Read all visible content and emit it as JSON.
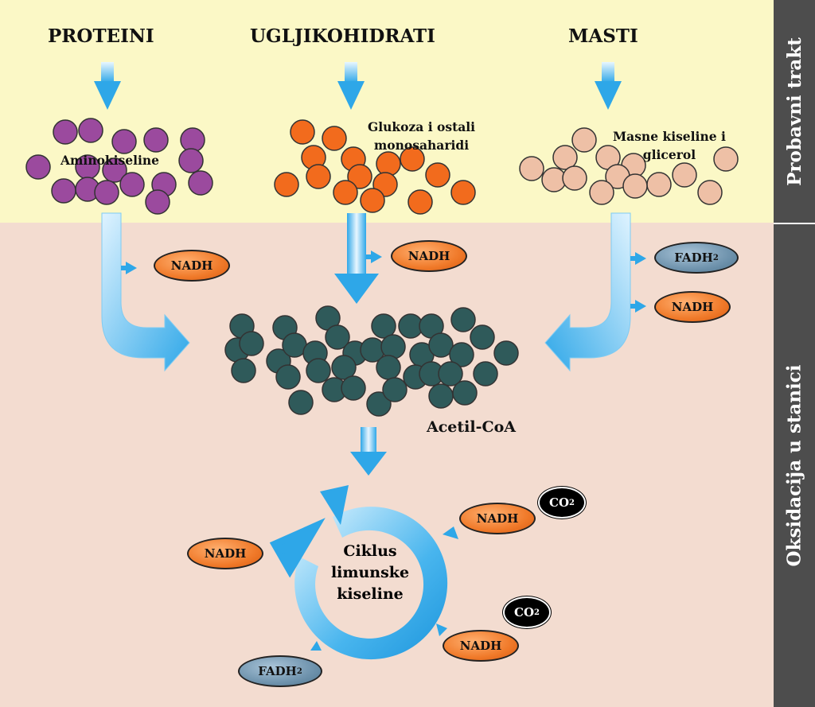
{
  "headers": {
    "proteins": "PROTEINI",
    "carbs": "UGLJIKOHIDRATI",
    "fats": "MASTI"
  },
  "products": {
    "amino": "Aminokiseline",
    "glucose_line1": "Glukoza i ostali",
    "glucose_line2": "monosaharidi",
    "fatty_line1": "Masne kiseline i",
    "fatty_line2": "glicerol"
  },
  "acetyl": "Acetil-CoA",
  "cycle": {
    "line1": "Ciklus",
    "line2": "limunske",
    "line3": "kiseline"
  },
  "carriers": {
    "nadh": "NADH",
    "fadh": "FADH",
    "fadh_sub": "2",
    "co2": "CO",
    "co2_sub": "2"
  },
  "side_labels": {
    "top": "Probavni trakt",
    "bottom": "Oksidacija u stanici"
  },
  "colors": {
    "top_band": "#fbf8c6",
    "bottom_band": "#f3dcd0",
    "amino": "#9b4a9e",
    "glucose": "#f26b1d",
    "fatty": "#eec0a6",
    "acetyl": "#2f5a5a",
    "arrow": "#2ea7e8"
  }
}
